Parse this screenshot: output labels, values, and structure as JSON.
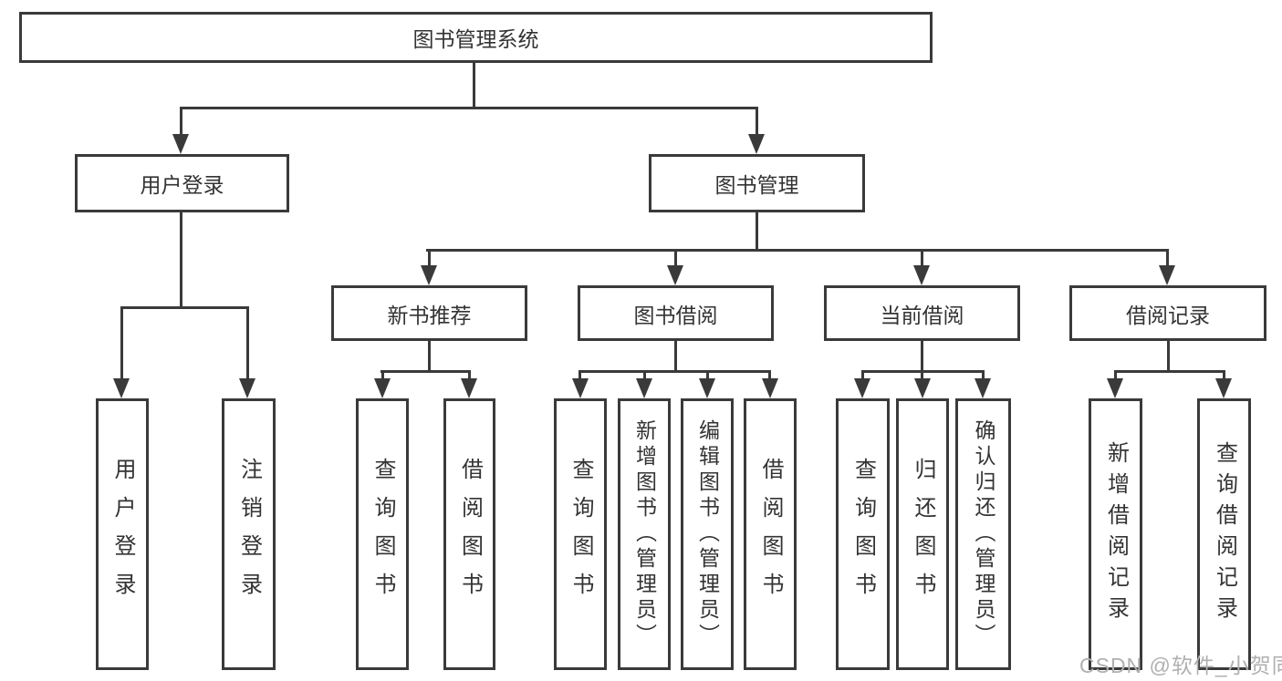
{
  "nodes": {
    "root": "图书管理系统",
    "user_login": "用户登录",
    "book_mgmt": "图书管理",
    "new_book": "新书推荐",
    "borrow": "图书借阅",
    "current": "当前借阅",
    "records": "借阅记录"
  },
  "leaves": {
    "user_login": [
      "用户登录",
      "注销登录"
    ],
    "new_book": [
      "查询图书",
      "借阅图书"
    ],
    "borrow": [
      "查询图书",
      "新增图书（管理员）",
      "编辑图书（管理员）",
      "借阅图书"
    ],
    "current": [
      "查询图书",
      "归还图书",
      "确认归还（管理员）"
    ],
    "records": [
      "新增借阅记录",
      "查询借阅记录"
    ]
  },
  "watermark": "CSDN @软件_小贺同学",
  "colors": {
    "line": "#3a3a3a",
    "text": "#333333",
    "watermark": "#b0b0b0",
    "background": "#ffffff"
  }
}
